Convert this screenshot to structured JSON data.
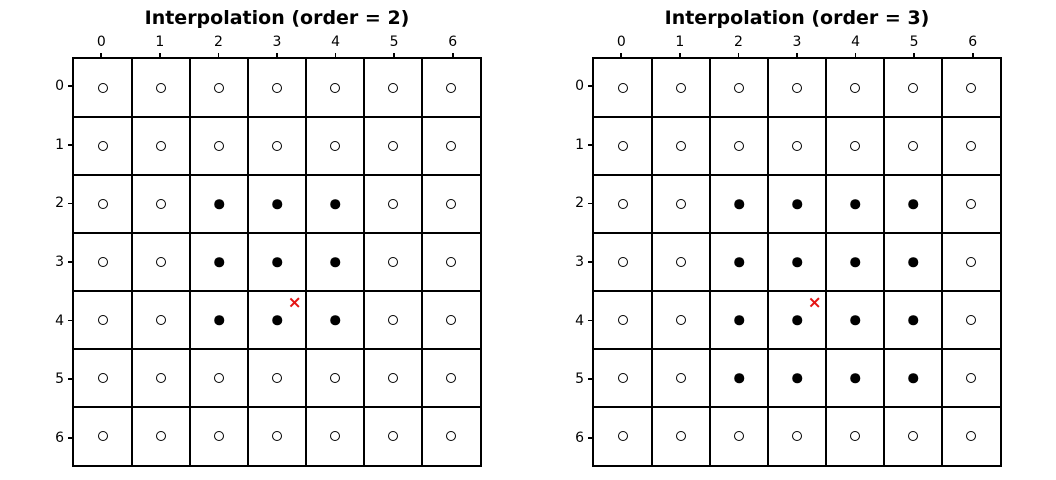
{
  "colors": {
    "background": "#ffffff",
    "axes_and_markers": "#000000",
    "cross": "#e41414"
  },
  "chart_data": [
    {
      "type": "scatter",
      "title": "Interpolation (order = 2)",
      "grid": {
        "rows": 7,
        "cols": 7
      },
      "x_tick_labels": [
        "0",
        "1",
        "2",
        "3",
        "4",
        "5",
        "6"
      ],
      "y_tick_labels": [
        "0",
        "1",
        "2",
        "3",
        "4",
        "5",
        "6"
      ],
      "x_axis_position": "top",
      "y_axis_position": "left",
      "x_range": [
        -0.5,
        6.5
      ],
      "y_range": [
        -0.5,
        6.5
      ],
      "grid_lines": "on",
      "open_marker": "circle-open",
      "filled_marker": "circle-filled",
      "filled_cells_row_col": [
        [
          2,
          2
        ],
        [
          2,
          3
        ],
        [
          2,
          4
        ],
        [
          3,
          2
        ],
        [
          3,
          3
        ],
        [
          3,
          4
        ],
        [
          4,
          2
        ],
        [
          4,
          3
        ],
        [
          4,
          4
        ]
      ],
      "cross_point": {
        "x": 3.3,
        "y": 3.7,
        "marker": "x"
      }
    },
    {
      "type": "scatter",
      "title": "Interpolation (order = 3)",
      "grid": {
        "rows": 7,
        "cols": 7
      },
      "x_tick_labels": [
        "0",
        "1",
        "2",
        "3",
        "4",
        "5",
        "6"
      ],
      "y_tick_labels": [
        "0",
        "1",
        "2",
        "3",
        "4",
        "5",
        "6"
      ],
      "x_axis_position": "top",
      "y_axis_position": "left",
      "x_range": [
        -0.5,
        6.5
      ],
      "y_range": [
        -0.5,
        6.5
      ],
      "grid_lines": "on",
      "open_marker": "circle-open",
      "filled_marker": "circle-filled",
      "filled_cells_row_col": [
        [
          2,
          2
        ],
        [
          2,
          3
        ],
        [
          2,
          4
        ],
        [
          2,
          5
        ],
        [
          3,
          2
        ],
        [
          3,
          3
        ],
        [
          3,
          4
        ],
        [
          3,
          5
        ],
        [
          4,
          2
        ],
        [
          4,
          3
        ],
        [
          4,
          4
        ],
        [
          4,
          5
        ],
        [
          5,
          2
        ],
        [
          5,
          3
        ],
        [
          5,
          4
        ],
        [
          5,
          5
        ]
      ],
      "cross_point": {
        "x": 3.3,
        "y": 3.7,
        "marker": "x"
      }
    }
  ]
}
